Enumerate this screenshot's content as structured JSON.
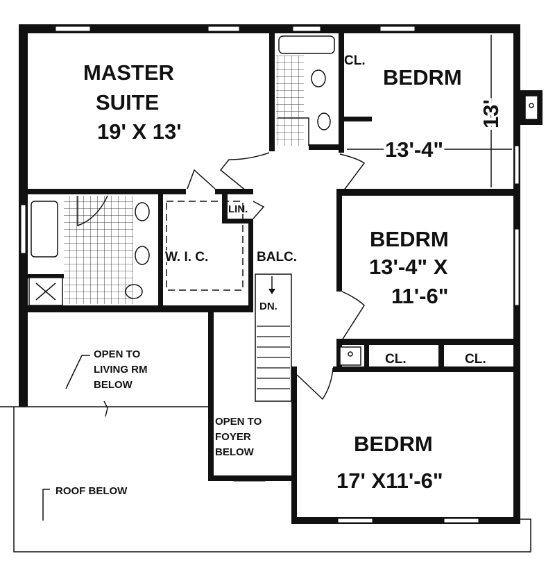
{
  "rooms": {
    "master": {
      "name_line1": "MASTER",
      "name_line2": "SUITE",
      "size": "19' X 13'"
    },
    "bedroom_ne": {
      "name": "BEDRM",
      "width": "13'-4\"",
      "depth": "13'",
      "closet": "CL."
    },
    "bedroom_e": {
      "name": "BEDRM",
      "size_line1": "13'-4\" X",
      "size_line2": "11'-6\""
    },
    "bedroom_se": {
      "name": "BEDRM",
      "size": "17' X11'-6\""
    },
    "wic": {
      "name": "W. I. C."
    },
    "balcony": {
      "name": "BALC."
    },
    "linen": {
      "name": "LIN."
    },
    "closets": [
      "CL.",
      "CL."
    ],
    "stairs": {
      "label": "DN."
    }
  },
  "notes": {
    "living": [
      "OPEN TO",
      "LIVING RM",
      "BELOW"
    ],
    "foyer": [
      "OPEN TO",
      "FOYER",
      "BELOW"
    ],
    "roof": "ROOF BELOW"
  }
}
